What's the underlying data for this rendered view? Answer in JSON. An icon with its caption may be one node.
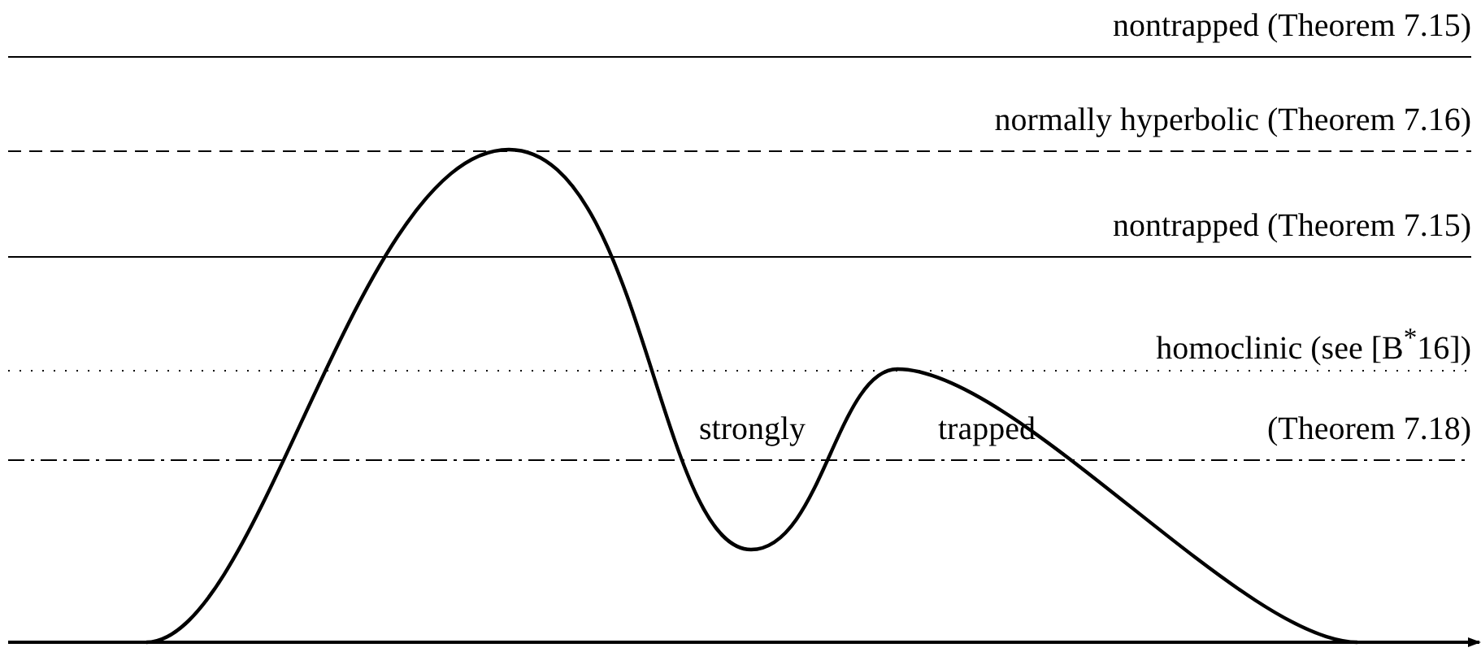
{
  "diagram": {
    "labels": [
      "nontrapped (Theorem 7.15)",
      "normally hyperbolic (Theorem 7.16)",
      "nontrapped (Theorem 7.15)",
      "homoclinic (see [B$^{*}$16])",
      "strongly",
      "trapped",
      "(Theorem 7.18)"
    ]
  }
}
